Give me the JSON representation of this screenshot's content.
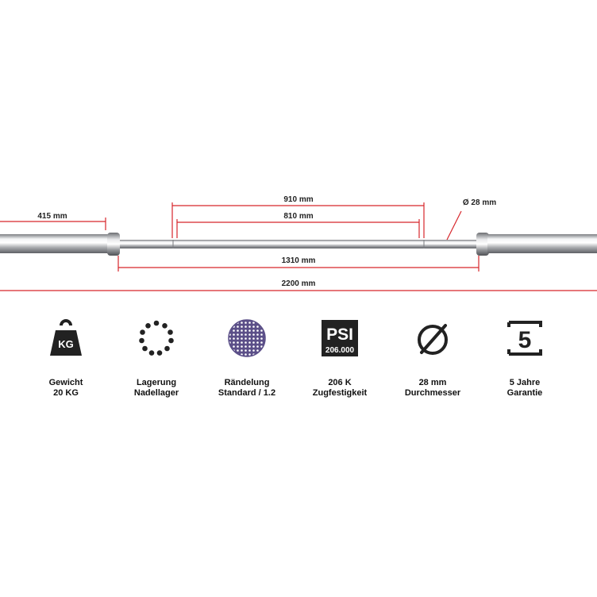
{
  "colors": {
    "dimension_line": "#d7262b",
    "icon": "#222222",
    "knurl": "#5b4f88"
  },
  "dimensions": {
    "sleeve_left": "415 mm",
    "outer_grip": "910 mm",
    "inner_grip": "810 mm",
    "diameter": "Ø 28 mm",
    "shaft": "1310 mm",
    "total": "2200 mm"
  },
  "features": [
    {
      "icon": "weight-kg-icon",
      "icon_text": "KG",
      "line1": "Gewicht",
      "line2": "20 KG"
    },
    {
      "icon": "bearing-icon",
      "line1": "Lagerung",
      "line2": "Nadellager"
    },
    {
      "icon": "knurling-icon",
      "line1": "Rändelung",
      "line2": "Standard / 1.2"
    },
    {
      "icon": "psi-icon",
      "icon_text": "PSI",
      "icon_subtext": "206.000",
      "line1": "206 K",
      "line2": "Zugfestigkeit"
    },
    {
      "icon": "diameter-icon",
      "line1": "28 mm",
      "line2": "Durchmesser"
    },
    {
      "icon": "warranty-5-icon",
      "icon_text": "5",
      "line1": "5 Jahre",
      "line2": "Garantie"
    }
  ]
}
